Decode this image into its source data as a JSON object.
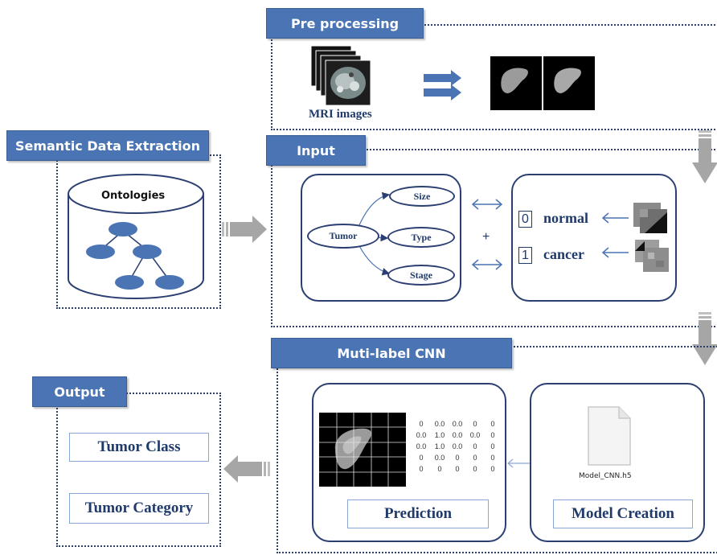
{
  "preprocessing": {
    "title": "Pre processing",
    "mri_label": "MRI images"
  },
  "semantic": {
    "title": "Semantic Data  Extraction",
    "ontologies_label": "Ontologies"
  },
  "input": {
    "title": "Input",
    "tumor_label": "Tumor",
    "attributes": [
      "Size",
      "Type",
      "Stage"
    ],
    "plus": "+",
    "classes": [
      {
        "number": "0",
        "label": "normal"
      },
      {
        "number": "1",
        "label": "cancer"
      }
    ]
  },
  "cnn": {
    "title": "Muti-label CNN",
    "matrix": [
      [
        "0",
        "0.0",
        "0.0",
        "0",
        "0"
      ],
      [
        "0.0",
        "1.0",
        "0.0",
        "0.0",
        "0"
      ],
      [
        "0.0",
        "1.0",
        "0.0",
        "0",
        "0"
      ],
      [
        "0",
        "0.0",
        "0",
        "0",
        "0"
      ],
      [
        "0",
        "0",
        "0",
        "0",
        "0"
      ]
    ],
    "prediction_label": "Prediction",
    "model_file": "Model_CNN.h5",
    "model_creation_label": "Model Creation"
  },
  "output": {
    "title": "Output",
    "items": [
      "Tumor Class",
      "Tumor Category"
    ]
  },
  "colors": {
    "header_blue": "#4a74b4",
    "outline_navy": "#2b3f72",
    "arrow_gray": "#a6a6a6",
    "arrow_blue": "#4a74b4"
  }
}
